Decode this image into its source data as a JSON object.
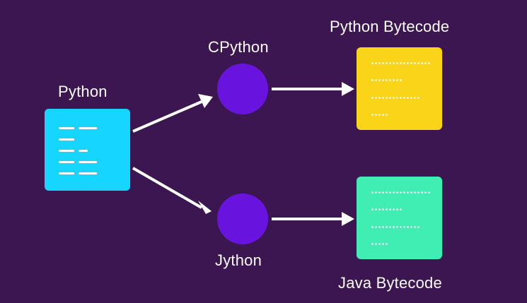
{
  "nodes": {
    "source": {
      "label": "Python"
    },
    "cpython": {
      "label": "CPython"
    },
    "jython": {
      "label": "Jython"
    },
    "python_bytecode": {
      "label": "Python Bytecode"
    },
    "java_bytecode": {
      "label": "Java Bytecode"
    }
  },
  "colors": {
    "background": "#3b1650",
    "source_box": "#16d6ff",
    "interpreter_circle": "#6814de",
    "python_bytecode_box": "#f9d418",
    "java_bytecode_box": "#40eeb4",
    "arrow": "#ffffff"
  },
  "icons": {
    "source_box": "code-file-icon",
    "bytecode_box": "dotted-bytecode-icon"
  }
}
